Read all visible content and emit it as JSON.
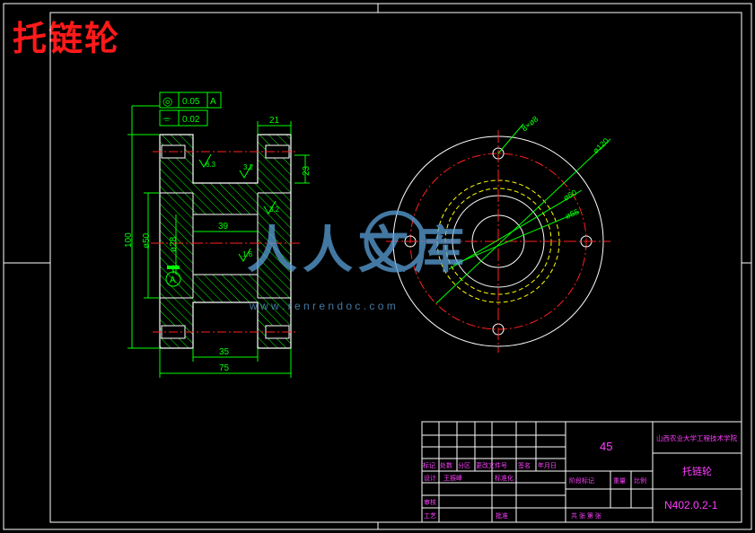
{
  "title": "托链轮",
  "colors": {
    "background": "#000000",
    "title": "#ff1a1a",
    "frame": "#ffffff",
    "part_outline": "#ffffff",
    "hatch": "#00ff00",
    "dimension": "#00ff00",
    "centerline": "#ff2020",
    "hidden_circle": "#ffff00",
    "table_text": "#ff40ff",
    "watermark": "#5aa0d8"
  },
  "tolerance": {
    "concentricity_symbol": "◎",
    "concentricity_value": "0.05",
    "datum_ref": "A",
    "symmetry_symbol": "⌯",
    "symmetry_value": "0.02",
    "datum_label": "A"
  },
  "dimensions": {
    "top_flange_width": "21",
    "flange_height": "23",
    "overall_height": "100",
    "hub_diameter": "ø50",
    "bore_diameter": "ø28",
    "hub_length": "39",
    "slot_width": "35",
    "overall_length": "75",
    "holes": "8×ø8",
    "bolt_circle": "ø120",
    "diameter_60": "ø60",
    "diameter_55": "ø55"
  },
  "roughness": [
    "6.3",
    "3.2",
    "3.2",
    "1.6"
  ],
  "watermark": {
    "text": "人人文库",
    "url": "w w w . r e n r e n d o c . c o m"
  },
  "title_block": {
    "institution": "山西农业大学工程技术学院",
    "material": "45",
    "part_name": "托链轮",
    "drawing_number": "N402.0.2-1",
    "row_revision": [
      "标记",
      "处数",
      "分区",
      "更改文件号",
      "签名",
      "年月日"
    ],
    "design_label": "设计",
    "designer": "王振峰",
    "standardization": "标准化",
    "stage_mark": "阶段标记",
    "weight": "重量",
    "scale": "比例",
    "review": "审核",
    "process": "工艺",
    "approve": "批准",
    "sheets": "共  张 第  张"
  }
}
